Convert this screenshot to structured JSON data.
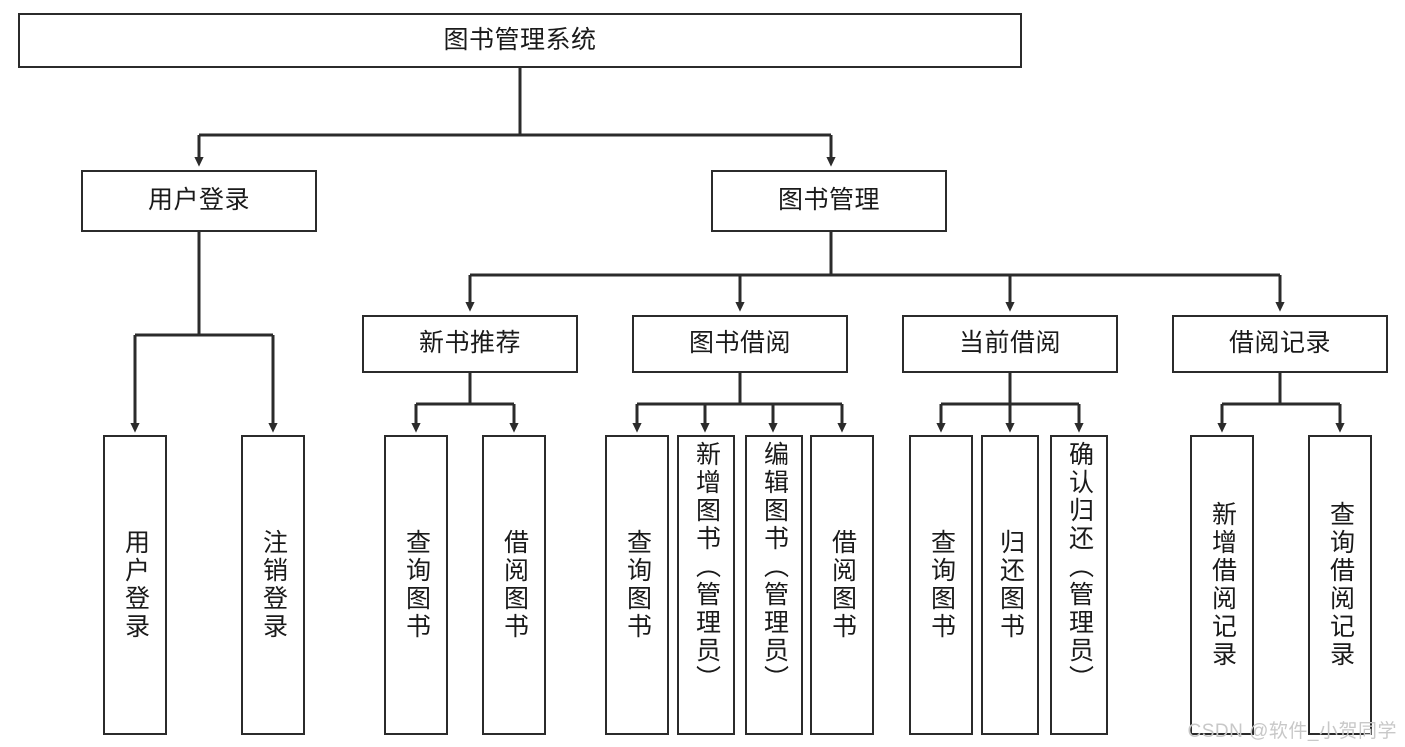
{
  "diagram": {
    "title": "图书管理系统",
    "type": "hierarchy-tree",
    "watermark": "CSDN @软件_小贺同学",
    "colors": {
      "box_border": "#2b2b2b",
      "box_fill": "#ffffff",
      "connector": "#2b2b2b",
      "text": "#1a1a1a",
      "watermark": "#c8c8c8",
      "background": "#ffffff"
    },
    "levels": {
      "root": {
        "label": "图书管理系统"
      },
      "level2": [
        {
          "label": "用户登录"
        },
        {
          "label": "图书管理"
        }
      ],
      "level3": [
        {
          "label": "新书推荐"
        },
        {
          "label": "图书借阅"
        },
        {
          "label": "当前借阅"
        },
        {
          "label": "借阅记录"
        }
      ],
      "leaves": {
        "user_login": [
          {
            "label": "用户登录"
          },
          {
            "label": "注销登录"
          }
        ],
        "new_book_recommend": [
          {
            "label": "查询图书"
          },
          {
            "label": "借阅图书"
          }
        ],
        "book_borrow": [
          {
            "label": "查询图书"
          },
          {
            "label": "新增图书（管理员）"
          },
          {
            "label": "编辑图书（管理员）"
          },
          {
            "label": "借阅图书"
          }
        ],
        "current_borrow": [
          {
            "label": "查询图书"
          },
          {
            "label": "归还图书"
          },
          {
            "label": "确认归还（管理员）"
          }
        ],
        "borrow_record": [
          {
            "label": "新增借阅记录"
          },
          {
            "label": "查询借阅记录"
          }
        ]
      }
    }
  }
}
